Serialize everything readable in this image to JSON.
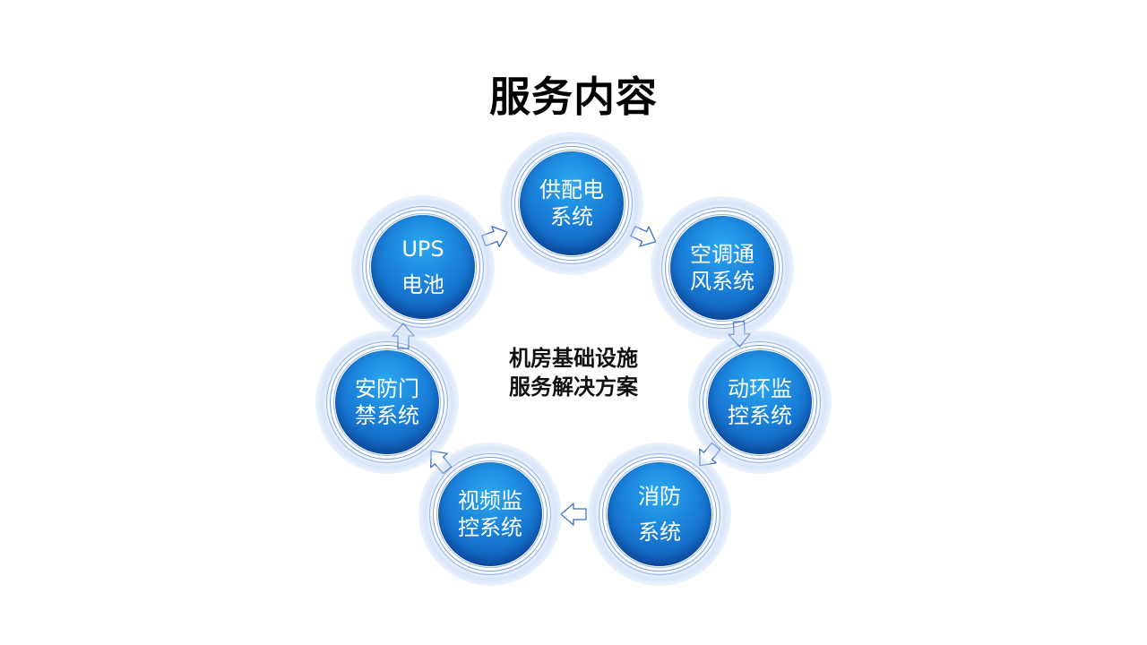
{
  "title": "服务内容",
  "center": {
    "line1": "机房基础设施",
    "line2": "服务解决方案"
  },
  "nodes": [
    {
      "line1": "供配电",
      "line2": "系统"
    },
    {
      "line1": "空调通",
      "line2": "风系统"
    },
    {
      "line1": "动环监",
      "line2": "控系统"
    },
    {
      "line1": "消防",
      "line2": "系统"
    },
    {
      "line1": "视频监",
      "line2": "控系统"
    },
    {
      "line1": "安防门",
      "line2": "禁系统"
    },
    {
      "line1": "UPS",
      "line2": "电池"
    }
  ],
  "colors": {
    "node_top": "#2aa8f0",
    "node_bottom": "#0d4fa8",
    "arrow": "#3a6fc8",
    "title": "#000000"
  }
}
